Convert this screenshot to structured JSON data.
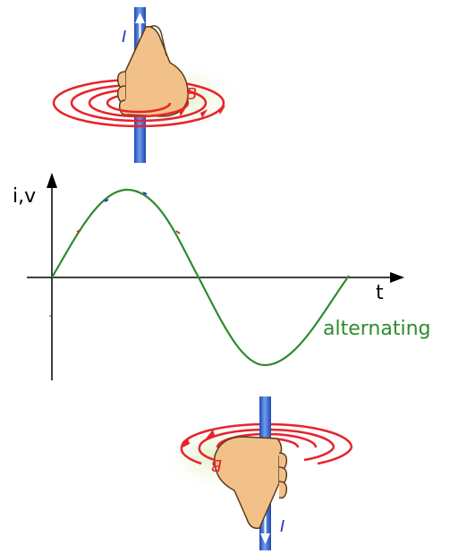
{
  "top_illustration": {
    "current_label": "I",
    "field_label": "B"
  },
  "graph": {
    "y_axis_label": "i,v",
    "x_axis_label": "t",
    "curve_label": "alternating"
  },
  "bottom_illustration": {
    "current_label": "I",
    "field_label": "B"
  },
  "colors": {
    "wire": "#3a63c9",
    "field_rings": "#e8232a",
    "curve": "#2e8b2e",
    "hand_fill": "#f2c189",
    "hand_stroke": "#5a3a1a",
    "label_blue": "#2233cc",
    "label_red": "#e8232a",
    "axis": "#000000"
  }
}
